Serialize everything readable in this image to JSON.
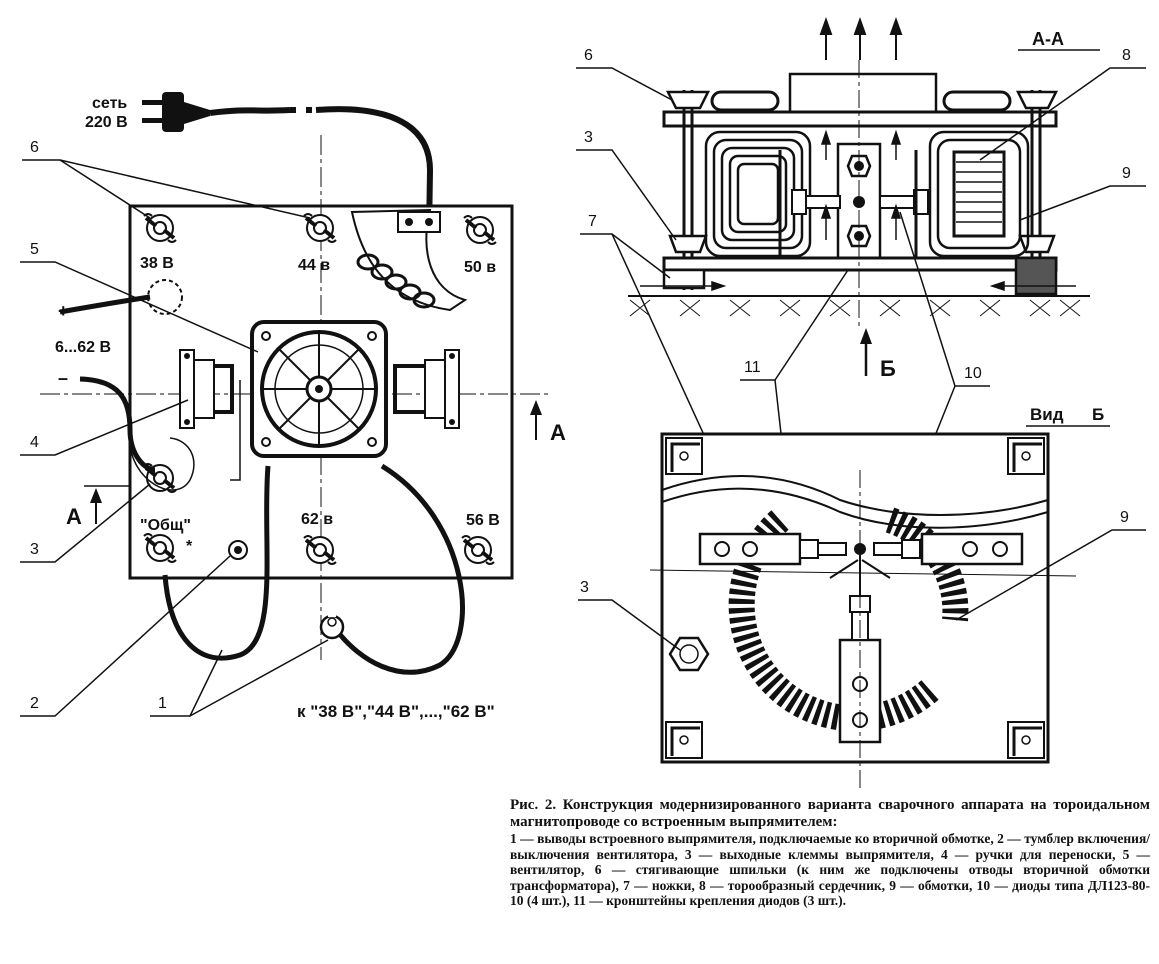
{
  "labels": {
    "mains": "сеть",
    "mains_voltage": "220 В",
    "plus": "+",
    "minus": "–",
    "out_range": "6...62 В",
    "v38": "38 В",
    "v44": "44 в",
    "v50": "50 в",
    "v56": "56 В",
    "v62": "62 в",
    "common": "\"Общ\"",
    "star": "*",
    "to_taps": "к  \"38 В\",\"44 В\",...,\"62 В\"",
    "section": "А-А",
    "view": "Вид",
    "view_letter": "Б",
    "arrow_b": "Б",
    "arrow_a_right": "А",
    "arrow_a_left": "А"
  },
  "callouts": {
    "n1": "1",
    "n2": "2",
    "n3_left": "3",
    "n4": "4",
    "n5": "5",
    "n6_left": "6",
    "n6_right": "6",
    "n3_top": "3",
    "n7": "7",
    "n8": "8",
    "n9_top": "9",
    "n11": "11",
    "n10": "10",
    "n9_bottom": "9",
    "n3_bottom": "3"
  },
  "caption": {
    "title": "Рис. 2. Конструкция модернизированного варианта сварочного аппарата на тороидальном магнитопроводе со встроенным выпрямителем:",
    "body": "1 — выводы встроевного выпрямителя, подключаемые ко вторичной обмотке, 2 — тумблер включения/выключения вентилятора, 3 — выходные клеммы выпрямителя, 4 — ручки для переноски, 5 — вентилятор, 6 — стягивающие шпильки (к ним же подключены отводы вторичной обмотки трансформатора), 7 — ножки, 8 — торообразный сердечник, 9 — обмотки, 10 — диоды типа ДЛ123-80-10 (4 шт.), 11 — кронштейны крепления диодов (3 шт.)."
  }
}
